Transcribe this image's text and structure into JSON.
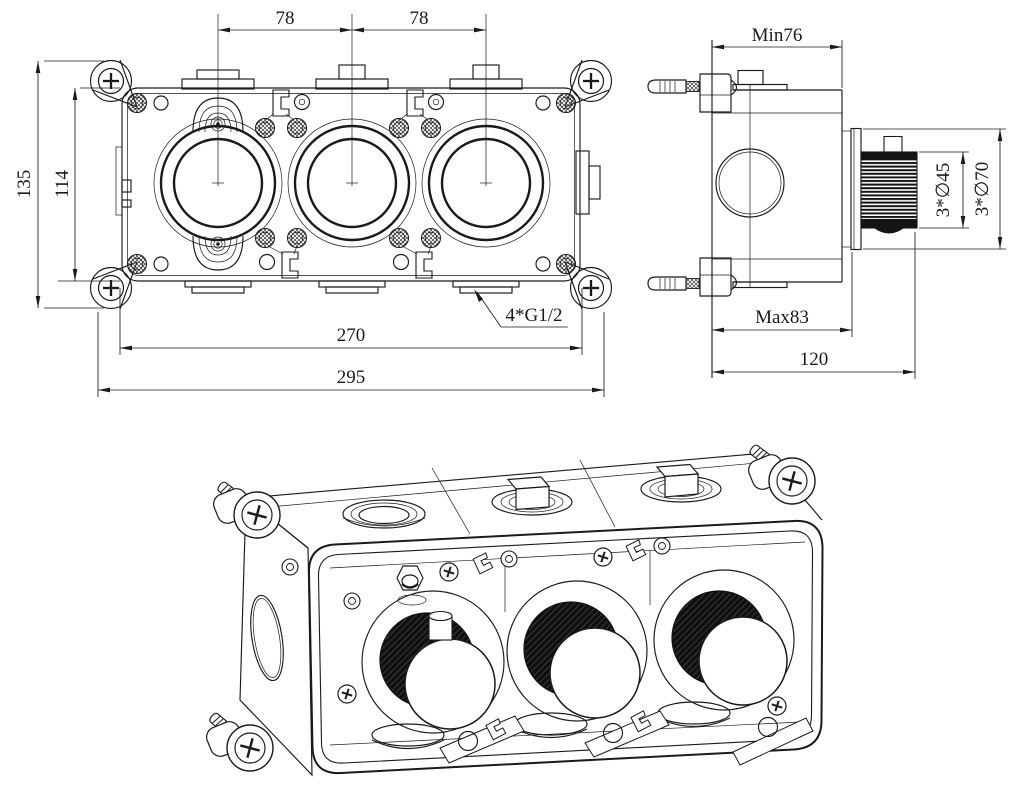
{
  "drawing": {
    "front_view": {
      "dim_port_spacing_left": "78",
      "dim_port_spacing_right": "78",
      "dim_height_overall": "135",
      "dim_height_body": "114",
      "dim_width_body": "270",
      "dim_width_overall": "295",
      "thread_callout": "4*G1/2"
    },
    "side_view": {
      "dim_depth_min": "Min76",
      "dim_depth_max": "Max83",
      "dim_depth_total": "120",
      "dim_knob_diameter": "3*∅45",
      "dim_trim_diameter": "3*∅70"
    },
    "colors": {
      "line": "#1a1a1a",
      "background": "#ffffff"
    }
  }
}
